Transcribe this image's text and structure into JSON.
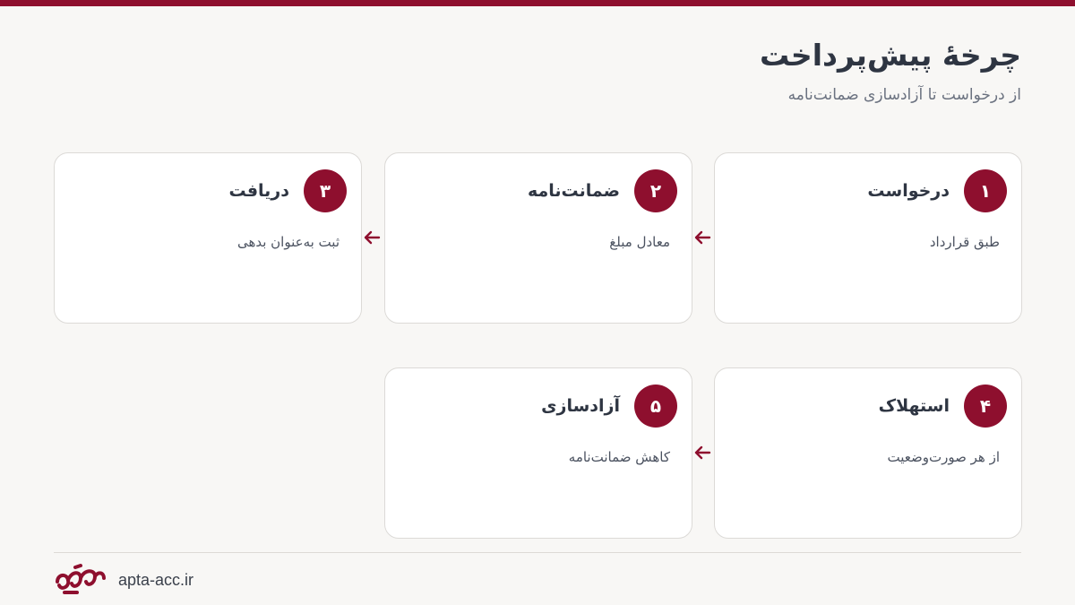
{
  "header": {
    "title": "چرخهٔ پیش‌پرداخت",
    "subtitle": "از درخواست تا آزادسازی ضمانت‌نامه"
  },
  "steps": [
    {
      "number": "۱",
      "title": "درخواست",
      "desc": "طبق قرارداد"
    },
    {
      "number": "۲",
      "title": "ضمانت‌نامه",
      "desc": "معادل مبلغ"
    },
    {
      "number": "۳",
      "title": "دریافت",
      "desc": "ثبت به‌عنوان بدهی"
    },
    {
      "number": "۴",
      "title": "استهلاک",
      "desc": "از هر صورت‌وضعیت"
    },
    {
      "number": "۵",
      "title": "آزادسازی",
      "desc": "کاهش ضمانت‌نامه"
    }
  ],
  "footer": {
    "site": "apta-acc.ir",
    "logo_icon": "apta-logo-icon"
  },
  "colors": {
    "accent": "#8e0f2e",
    "background": "#f8f7f5",
    "card": "#ffffff",
    "text": "#2e3542"
  }
}
